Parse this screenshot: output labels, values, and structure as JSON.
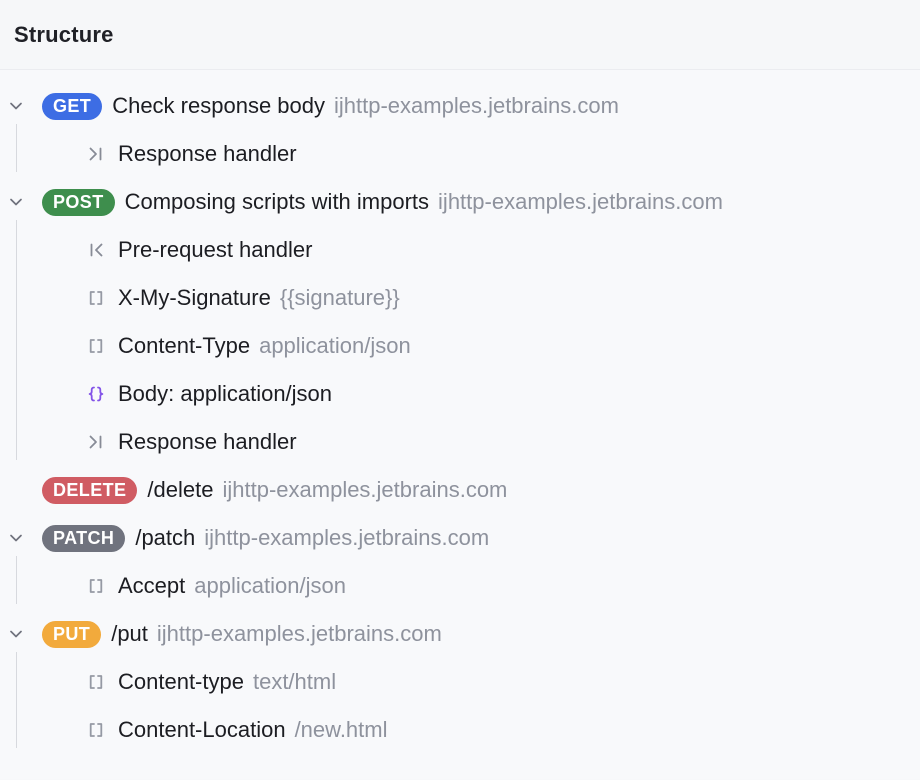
{
  "panel": {
    "title": "Structure"
  },
  "colors": {
    "method_get": "#3D6DE4",
    "method_post": "#3E8E4D",
    "method_delete": "#D05C63",
    "method_patch": "#70737E",
    "method_put": "#F2AA3C",
    "braces_purple": "#8353E8"
  },
  "tree": {
    "items": [
      {
        "type": "request",
        "method": "GET",
        "name": "Check response body",
        "host": "ijhttp-examples.jetbrains.com",
        "children": [
          {
            "type": "response-handler",
            "label": "Response handler"
          }
        ]
      },
      {
        "type": "request",
        "method": "POST",
        "name": "Composing scripts with imports",
        "host": "ijhttp-examples.jetbrains.com",
        "children": [
          {
            "type": "pre-request-handler",
            "label": "Pre-request handler"
          },
          {
            "type": "header",
            "label": "X-My-Signature",
            "value": "{{signature}}"
          },
          {
            "type": "header",
            "label": "Content-Type",
            "value": "application/json"
          },
          {
            "type": "body",
            "label": "Body: application/json"
          },
          {
            "type": "response-handler",
            "label": "Response handler"
          }
        ]
      },
      {
        "type": "request",
        "method": "DELETE",
        "name": "/delete",
        "host": "ijhttp-examples.jetbrains.com",
        "children": []
      },
      {
        "type": "request",
        "method": "PATCH",
        "name": "/patch",
        "host": "ijhttp-examples.jetbrains.com",
        "children": [
          {
            "type": "header",
            "label": "Accept",
            "value": "application/json"
          }
        ]
      },
      {
        "type": "request",
        "method": "PUT",
        "name": "/put",
        "host": "ijhttp-examples.jetbrains.com",
        "children": [
          {
            "type": "header",
            "label": "Content-type",
            "value": "text/html"
          },
          {
            "type": "header",
            "label": "Content-Location",
            "value": "/new.html"
          }
        ]
      }
    ]
  }
}
